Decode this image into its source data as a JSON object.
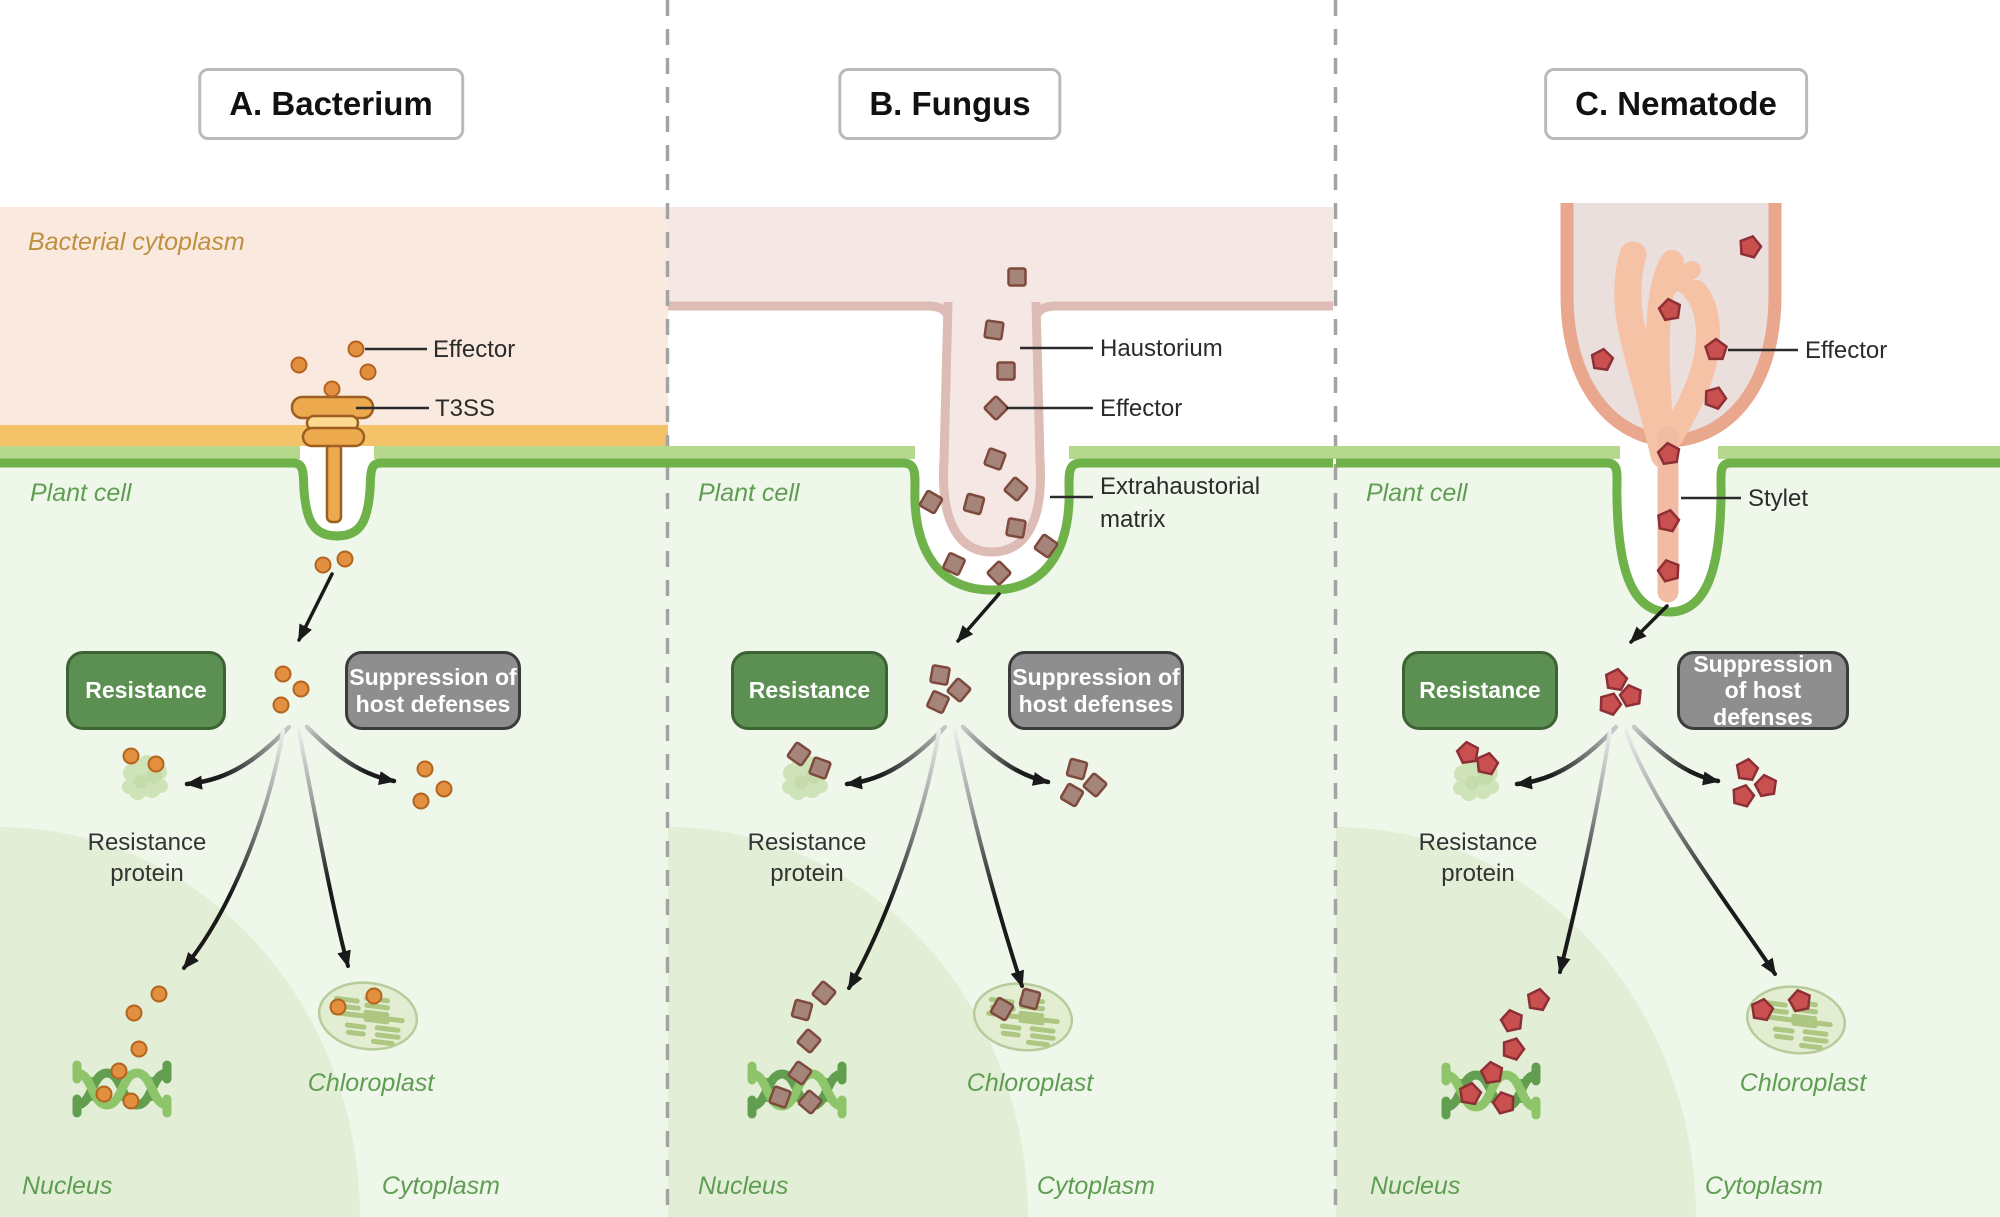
{
  "panels": [
    {
      "title": "A. Bacterium",
      "region_label": "Bacterial cytoplasm",
      "plant_cell_label": "Plant cell",
      "effector_label": "Effector",
      "t3ss_label": "T3SS",
      "resistance_button": "Resistance",
      "suppression_button": "Suppression of host defenses",
      "resistance_protein_label": "Resistance protein",
      "chloroplast_label": "Chloroplast",
      "nucleus_label": "Nucleus",
      "cytoplasm_label": "Cytoplasm",
      "effector_shape": "circle"
    },
    {
      "title": "B. Fungus",
      "plant_cell_label": "Plant cell",
      "haustorium_label": "Haustorium",
      "effector_label": "Effector",
      "extrahaustorial_matrix_label": "Extrahaustorial matrix",
      "resistance_button": "Resistance",
      "suppression_button": "Suppression of host defenses",
      "resistance_protein_label": "Resistance protein",
      "chloroplast_label": "Chloroplast",
      "nucleus_label": "Nucleus",
      "cytoplasm_label": "Cytoplasm",
      "effector_shape": "square"
    },
    {
      "title": "C. Nematode",
      "plant_cell_label": "Plant cell",
      "effector_label": "Effector",
      "stylet_label": "Stylet",
      "resistance_button": "Resistance",
      "suppression_button": "Suppression of host defenses",
      "resistance_protein_label": "Resistance protein",
      "chloroplast_label": "Chloroplast",
      "nucleus_label": "Nucleus",
      "cytoplasm_label": "Cytoplasm",
      "effector_shape": "pentagon"
    }
  ],
  "colors": {
    "plant_bg": "#eff7eb",
    "nucleus_bg": "#e2eed6",
    "membrane_light": "#b6d88e",
    "membrane_green": "#6fb24a",
    "bacterial_cytoplasm": "#f9e9df",
    "bacterial_membrane": "#f3c269",
    "t3ss_orange": "#eda94e",
    "t3ss_border": "#9d5f21",
    "t3ss_inner": "#fbd98f",
    "fungal_fill": "#f5e7e4",
    "fungal_border": "#dcbcb4",
    "nematode_fill": "#ebdfde",
    "nematode_border": "#e9a78d",
    "nematode_inner": "#f6c2a6",
    "stylet": "#f2bca4",
    "resistance_green": "#5c8f52",
    "suppression_gray": "#8e8e8e",
    "divider_gray": "#a3a3a3",
    "effector_bacterium": "#e28f3f",
    "effector_bacterium_border": "#b3641f",
    "effector_fungus": "#a5857a",
    "effector_fungus_border": "#7e4a3d",
    "effector_nematode": "#c8504f",
    "effector_nematode_border": "#8e2f36",
    "chloroplast_fill": "#e2edd2",
    "chloroplast_border": "#b8cc9b",
    "dna_light": "#8ec46a",
    "dna_dark": "#629e4f",
    "protein_blob": "#cfe3b8"
  }
}
